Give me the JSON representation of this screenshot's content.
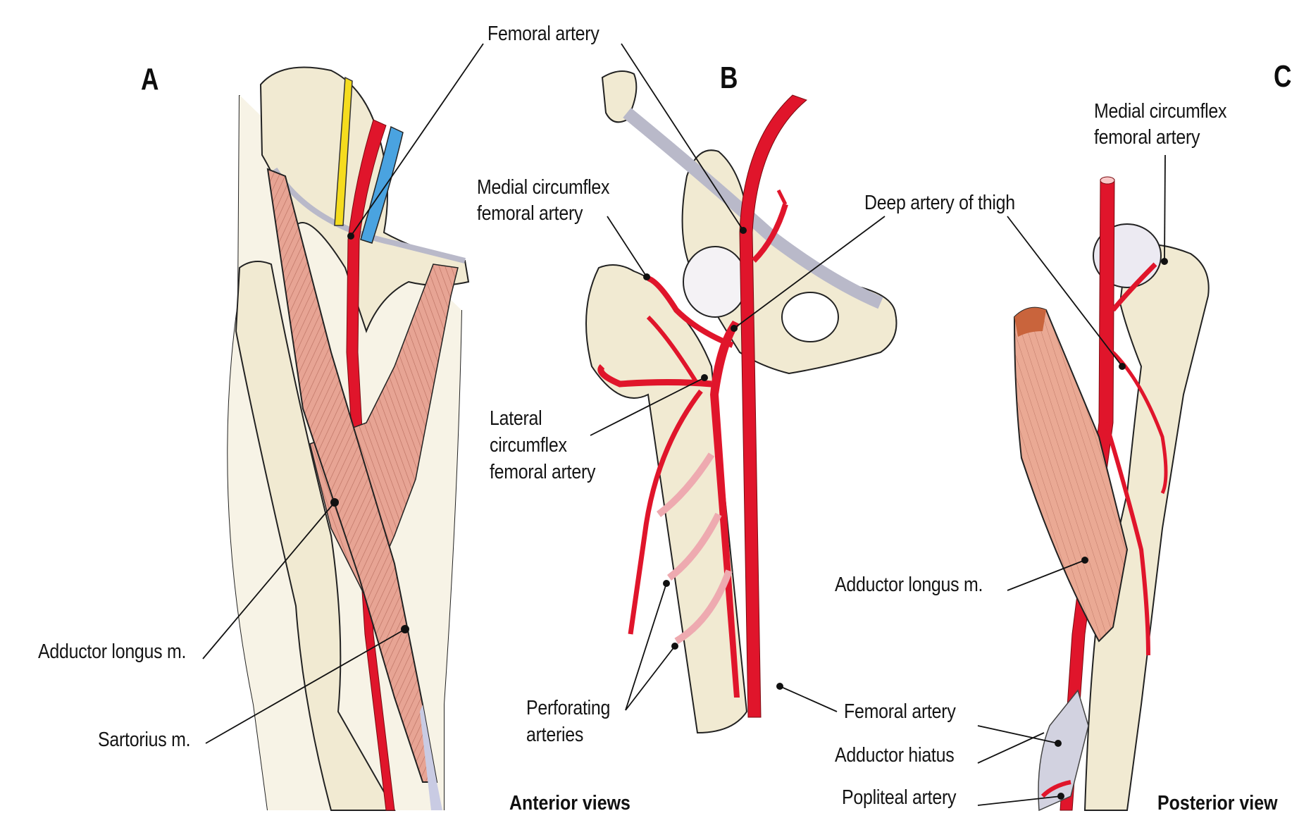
{
  "figure": {
    "panels": [
      {
        "letter": "A",
        "view": "Anterior"
      },
      {
        "letter": "B",
        "view": "Anterior"
      },
      {
        "letter": "C",
        "view": "Posterior"
      }
    ],
    "captions": {
      "anterior": "Anterior views",
      "posterior": "Posterior view"
    },
    "labels": {
      "femoral_artery_top": "Femoral artery",
      "medial_circumflex_b": [
        "Medial circumflex",
        "femoral artery"
      ],
      "deep_artery_thigh": "Deep artery of thigh",
      "medial_circumflex_c": [
        "Medial circumflex",
        "femoral artery"
      ],
      "lateral_circumflex": [
        "Lateral",
        "circumflex",
        "femoral artery"
      ],
      "adductor_longus_a": "Adductor longus m.",
      "sartorius": "Sartorius m.",
      "perforating": [
        "Perforating",
        "arteries"
      ],
      "adductor_longus_c": "Adductor longus m.",
      "femoral_artery_c": "Femoral artery",
      "adductor_hiatus": "Adductor hiatus",
      "popliteal_artery": "Popliteal artery"
    },
    "colors": {
      "artery": "#e0152b",
      "vein": "#4aa3e0",
      "nerve": "#f5dc1e",
      "bone": "#f1ead2",
      "muscle": "#e7a494",
      "ligament": "#b9b9c9"
    }
  }
}
